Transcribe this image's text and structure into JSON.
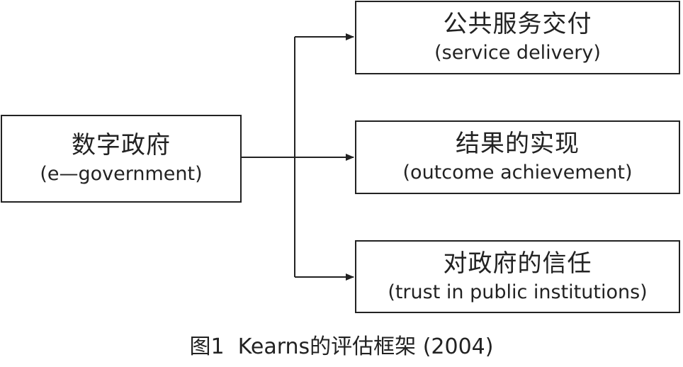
{
  "source": {
    "zh": "数字政府",
    "en": "(e—government)"
  },
  "outcomes": [
    {
      "zh": "公共服务交付",
      "en": "(service delivery)"
    },
    {
      "zh": "结果的实现",
      "en": "(outcome achievement)"
    },
    {
      "zh": "对政府的信任",
      "en": "(trust in public institutions)"
    }
  ],
  "caption": "图1  Kearns的评估框架 (2004)",
  "colors": {
    "line": "#222222",
    "background": "#ffffff"
  }
}
